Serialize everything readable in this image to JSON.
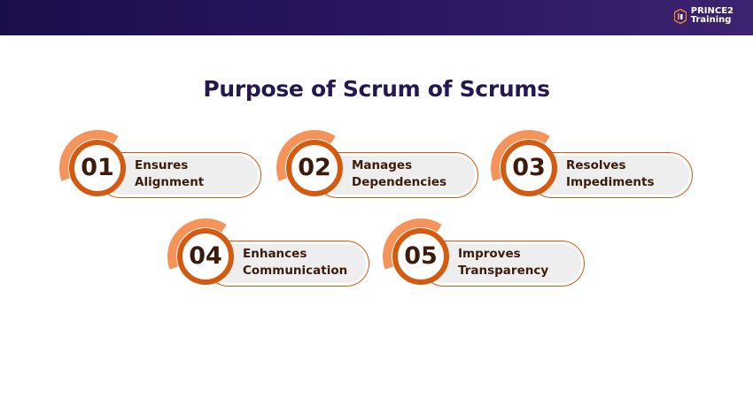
{
  "brand": {
    "line1": "PRINCE2",
    "line2": "Training",
    "accent": "#f08a3c"
  },
  "title": "Purpose of Scrum of Scrums",
  "colors": {
    "ring": "#d35a0f",
    "arc": "#f6935a",
    "text": "#3b1c0c"
  },
  "items": [
    {
      "num": "01",
      "line1": "Ensures",
      "line2": "Alignment"
    },
    {
      "num": "02",
      "line1": "Manages",
      "line2": "Dependencies"
    },
    {
      "num": "03",
      "line1": "Resolves",
      "line2": "Impediments"
    },
    {
      "num": "04",
      "line1": "Enhances",
      "line2": "Communication"
    },
    {
      "num": "05",
      "line1": "Improves",
      "line2": "Transparency"
    }
  ]
}
